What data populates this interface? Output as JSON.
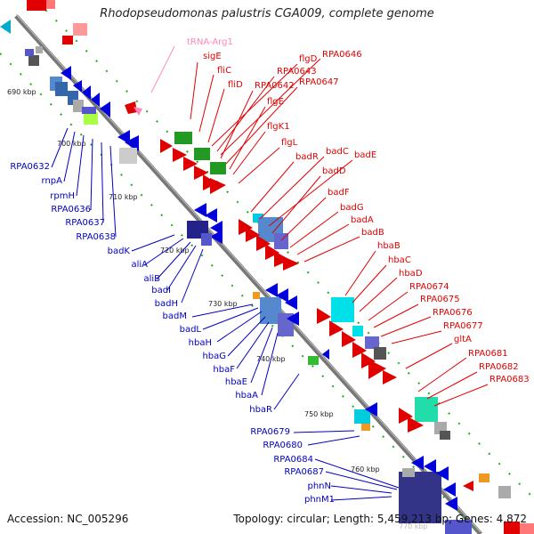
{
  "title": "Rhodopseudomonas palustris CGA009, complete genome",
  "footer": {
    "accession": "Accession: NC_005296",
    "info": "Topology: circular; Length: 5,459,213 bp; Genes: 4,872"
  },
  "colors": {
    "forward_label": "#e00000",
    "reverse_label": "#0000c0",
    "trna_label": "#ff88bb",
    "backbone": "#888888",
    "tick": "#22aa22"
  },
  "ticks": [
    "690 kbp",
    "700 kbp",
    "710 kbp",
    "720 kbp",
    "730 kbp",
    "740 kbp",
    "750 kbp",
    "760 kbp",
    "770 kbp"
  ],
  "labels": {
    "trna": [
      "tRNA-Arg1"
    ],
    "forward": [
      "sigE",
      "fliC",
      "fliD",
      "flgD",
      "RPA0643",
      "RPA0646",
      "RPA0642",
      "RPA0647",
      "flgE",
      "flgK1",
      "flgL",
      "badR",
      "badC",
      "badE",
      "badD",
      "badF",
      "badG",
      "badA",
      "badB",
      "hbaB",
      "hbaC",
      "hbaD",
      "RPA0674",
      "RPA0675",
      "RPA0676",
      "RPA0677",
      "gltA",
      "RPA0681",
      "RPA0682",
      "RPA0683"
    ],
    "reverse": [
      "RPA0632",
      "rnpA",
      "rpmH",
      "RPA0636",
      "RPA0637",
      "RPA0638",
      "badK",
      "aliA",
      "aliB",
      "badI",
      "badH",
      "badM",
      "badL",
      "hbaH",
      "hbaG",
      "hbaF",
      "hbaE",
      "hbaA",
      "hbaR",
      "RPA0679",
      "RPA0680",
      "RPA0684",
      "RPA0687",
      "phnN",
      "phnM1"
    ]
  }
}
